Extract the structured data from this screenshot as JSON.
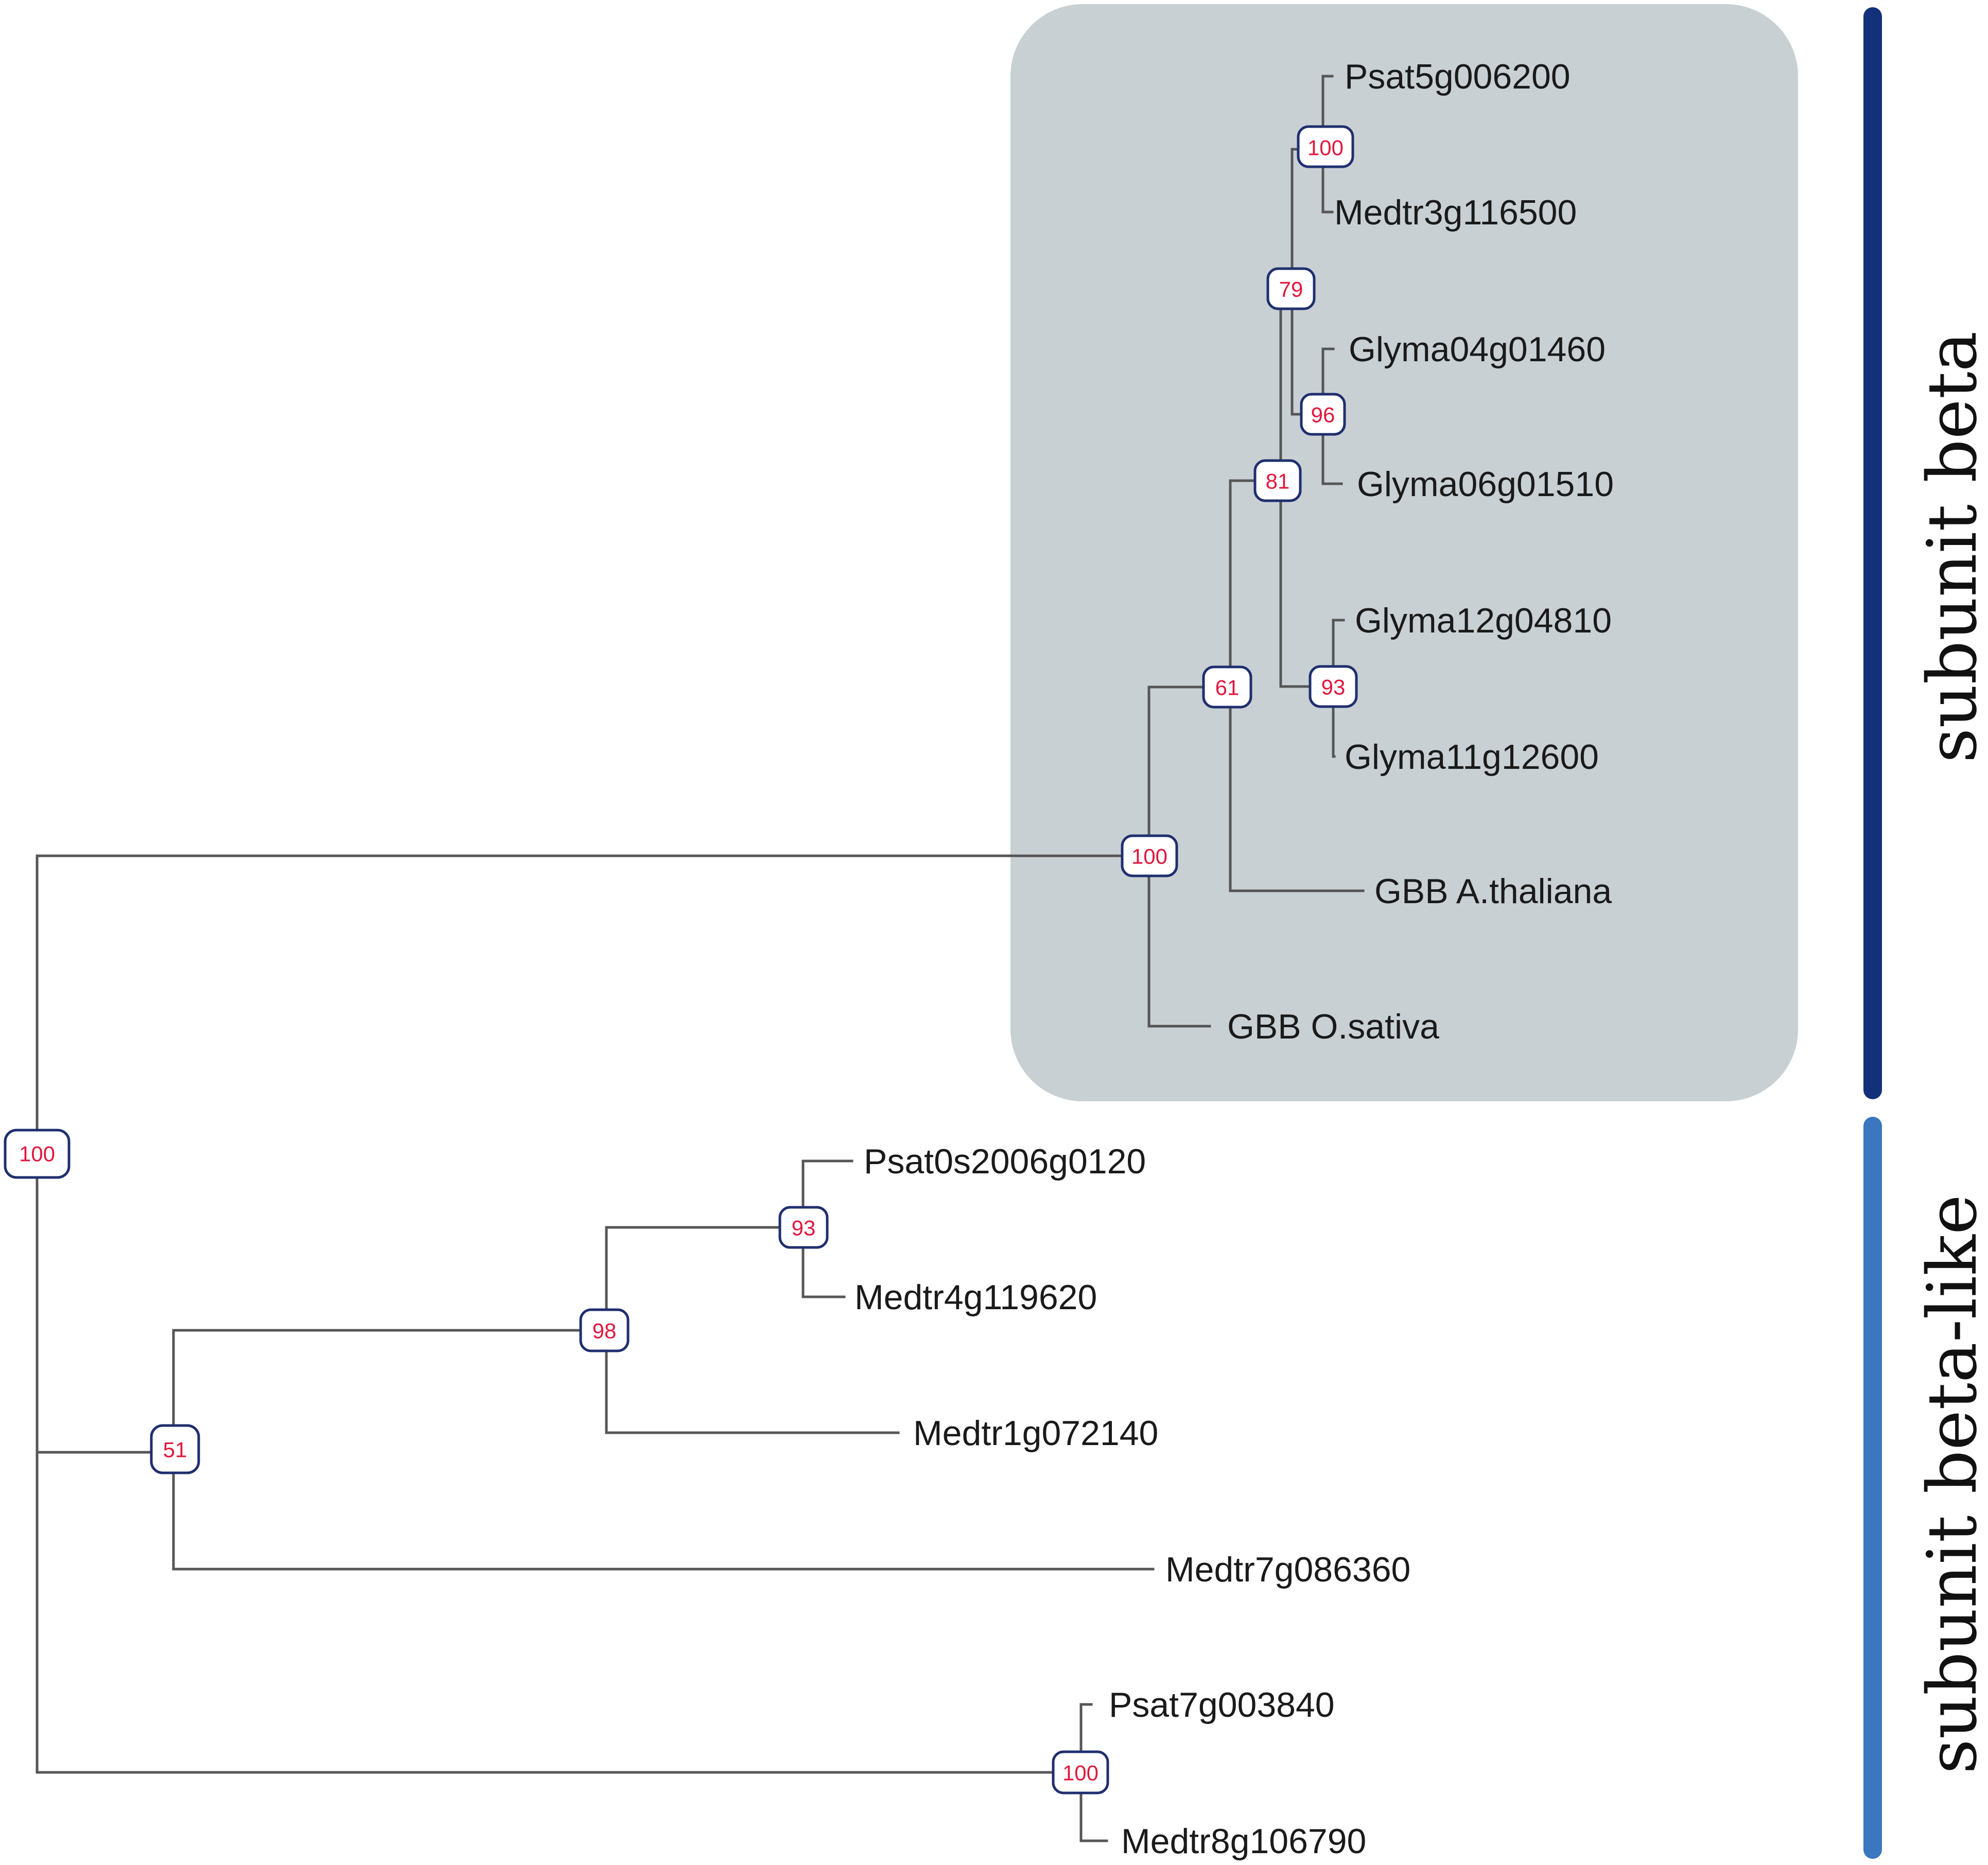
{
  "tree": {
    "leaves": [
      {
        "id": "psat5",
        "label": "Psat5g006200"
      },
      {
        "id": "medtr3",
        "label": "Medtr3g116500"
      },
      {
        "id": "glyma04",
        "label": "Glyma04g01460"
      },
      {
        "id": "glyma06",
        "label": "Glyma06g01510"
      },
      {
        "id": "glyma12",
        "label": "Glyma12g04810"
      },
      {
        "id": "glyma11",
        "label": "Glyma11g12600"
      },
      {
        "id": "gbb_at",
        "label": "GBB A.thaliana"
      },
      {
        "id": "gbb_os",
        "label": "GBB O.sativa"
      },
      {
        "id": "psat0",
        "label": "Psat0s2006g0120"
      },
      {
        "id": "medtr4",
        "label": "Medtr4g119620"
      },
      {
        "id": "medtr1",
        "label": "Medtr1g072140"
      },
      {
        "id": "medtr7",
        "label": "Medtr7g086360"
      },
      {
        "id": "psat7",
        "label": "Psat7g003840"
      },
      {
        "id": "medtr8",
        "label": "Medtr8g106790"
      }
    ],
    "nodes": [
      {
        "id": "n_psat5_medtr3",
        "support": "100"
      },
      {
        "id": "n_glyma04_06",
        "support": "96"
      },
      {
        "id": "n79",
        "support": "79"
      },
      {
        "id": "n_glyma12_11",
        "support": "93"
      },
      {
        "id": "n81",
        "support": "81"
      },
      {
        "id": "n61",
        "support": "61"
      },
      {
        "id": "n_beta",
        "support": "100"
      },
      {
        "id": "n_psat0_medtr4",
        "support": "93"
      },
      {
        "id": "n98",
        "support": "98"
      },
      {
        "id": "n51",
        "support": "51"
      },
      {
        "id": "n_psat7_medtr8",
        "support": "100"
      },
      {
        "id": "root",
        "support": "100"
      }
    ]
  },
  "groups": [
    {
      "id": "beta",
      "label": "subunit beta",
      "color": "#13307a"
    },
    {
      "id": "beta_like",
      "label": "subunit beta-like",
      "color": "#3a77bf"
    }
  ],
  "colors": {
    "branch": "#565656",
    "highlight_box": "#c9d0d4",
    "node_border": "#1f2f6f",
    "support_text": "#e0173c"
  }
}
